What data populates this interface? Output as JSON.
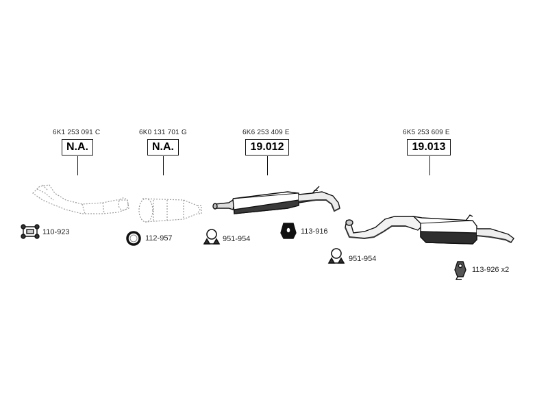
{
  "assemblies": [
    {
      "oem": "6K1 253 091 C",
      "code": "N.A."
    },
    {
      "oem": "6K0 131 701 G",
      "code": "N.A."
    },
    {
      "oem": "6K6 253 409 E",
      "code": "19.012"
    },
    {
      "oem": "6K5 253 609 E",
      "code": "19.013"
    }
  ],
  "parts": [
    {
      "label": "110-923",
      "icon": "gasket-icon"
    },
    {
      "label": "112-957",
      "icon": "ring-gasket-icon"
    },
    {
      "label": "951-954",
      "icon": "clamp-icon"
    },
    {
      "label": "113-916",
      "icon": "rubber-mount-icon"
    },
    {
      "label": "951-954",
      "icon": "clamp-icon"
    },
    {
      "label": "113-926 x2",
      "icon": "hanger-icon"
    }
  ]
}
